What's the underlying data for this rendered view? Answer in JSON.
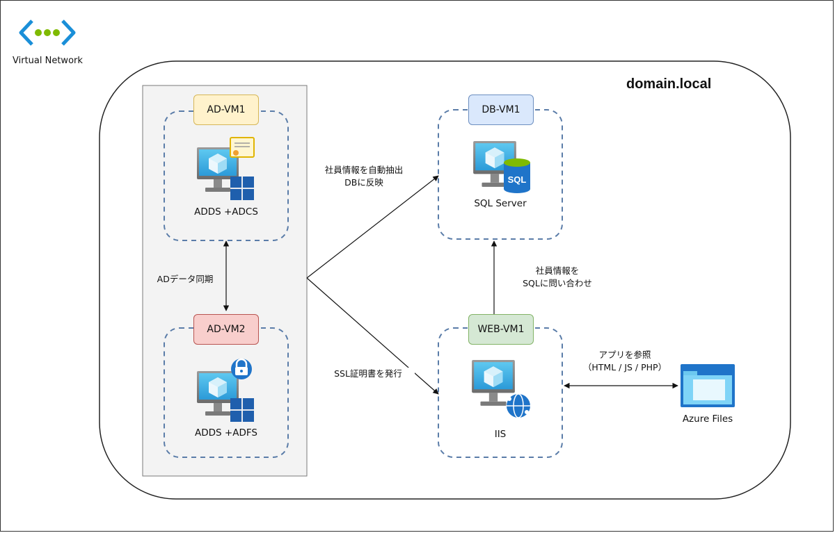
{
  "header": {
    "network_label": "Virtual Network",
    "domain_label": "domain.local"
  },
  "colors": {
    "azure_blue": "#1a8fd8",
    "network_green": "#7fba00",
    "dashed_border": "#5a7ca8",
    "ad_vm1_fill": "#fff2cc",
    "ad_vm1_border": "#d6b656",
    "ad_vm2_fill": "#f8cecc",
    "ad_vm2_border": "#b85450",
    "db_vm1_fill": "#dae8fc",
    "db_vm1_border": "#6c8ebf",
    "web_vm1_fill": "#d5e8d4",
    "web_vm1_border": "#82b366",
    "ad_panel_fill": "#f3f3f3"
  },
  "vms": {
    "ad_vm1": {
      "name": "AD-VM1",
      "role": "ADDS +ADCS",
      "icons": [
        "monitor-icon",
        "certificate-icon",
        "windows-logo-icon"
      ]
    },
    "ad_vm2": {
      "name": "AD-VM2",
      "role": "ADDS +ADFS",
      "icons": [
        "monitor-icon",
        "identity-lock-icon",
        "windows-logo-icon"
      ]
    },
    "db_vm1": {
      "name": "DB-VM1",
      "role": "SQL Server",
      "icons": [
        "monitor-icon",
        "sql-database-icon"
      ],
      "sql_badge": "SQL"
    },
    "web_vm1": {
      "name": "WEB-VM1",
      "role": "IIS",
      "icons": [
        "monitor-icon",
        "globe-network-icon"
      ]
    }
  },
  "storage": {
    "name": "Azure Files",
    "icon": "folder-icon"
  },
  "edges": {
    "ad_sync": {
      "label": "ADデータ同期"
    },
    "employee_to_db": {
      "line1": "社員情報を自動抽出",
      "line2": "DBに反映"
    },
    "ssl_cert": {
      "label": "SSL証明書を発行"
    },
    "web_query_db": {
      "line1": "社員情報を",
      "line2": "SQLに問い合わせ"
    },
    "web_files": {
      "line1": "アプリを参照",
      "line2": "（HTML / JS / PHP）"
    }
  }
}
